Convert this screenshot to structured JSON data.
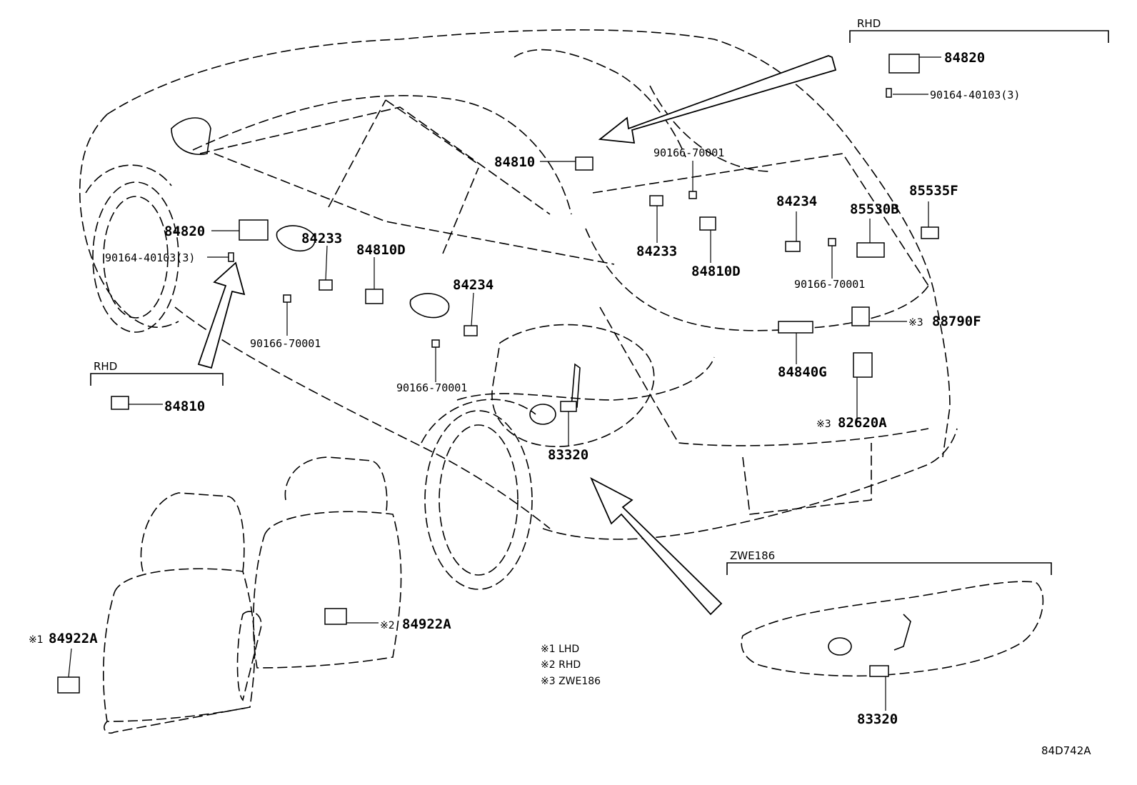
{
  "diagram_id": "84D742A",
  "groups": {
    "rhd_top": "RHD",
    "rhd_left": "RHD",
    "zwe186": "ZWE186"
  },
  "labels": {
    "p84820_rhd": "84820",
    "p90164_rhd": "90164-40103(3)",
    "p84810_center": "84810",
    "p90166_center": "90166-70001",
    "p84233_back": "84233",
    "p84810d_back": "84810D",
    "p84234_back": "84234",
    "p85530b": "85530B",
    "p85535f": "85535F",
    "p90166_back": "90166-70001",
    "p88790f": "88790F",
    "p84840g": "84840G",
    "p82620a": "82620A",
    "p84820_left": "84820",
    "p90164_left": "90164-40103(3)",
    "p84233_front": "84233",
    "p84810d_front": "84810D",
    "p84234_front": "84234",
    "p90166_front": "90166-70001",
    "p90166_lower": "90166-70001",
    "p84810_rhd": "84810",
    "p83320_car": "83320",
    "p84922a_lhd": "84922A",
    "p84922a_rhd": "84922A",
    "p83320_tank": "83320"
  },
  "marks": {
    "m1": "※1",
    "m2": "※2",
    "m3a": "※3",
    "m3b": "※3"
  },
  "notes": [
    "※1 LHD",
    "※2 RHD",
    "※3 ZWE186"
  ]
}
